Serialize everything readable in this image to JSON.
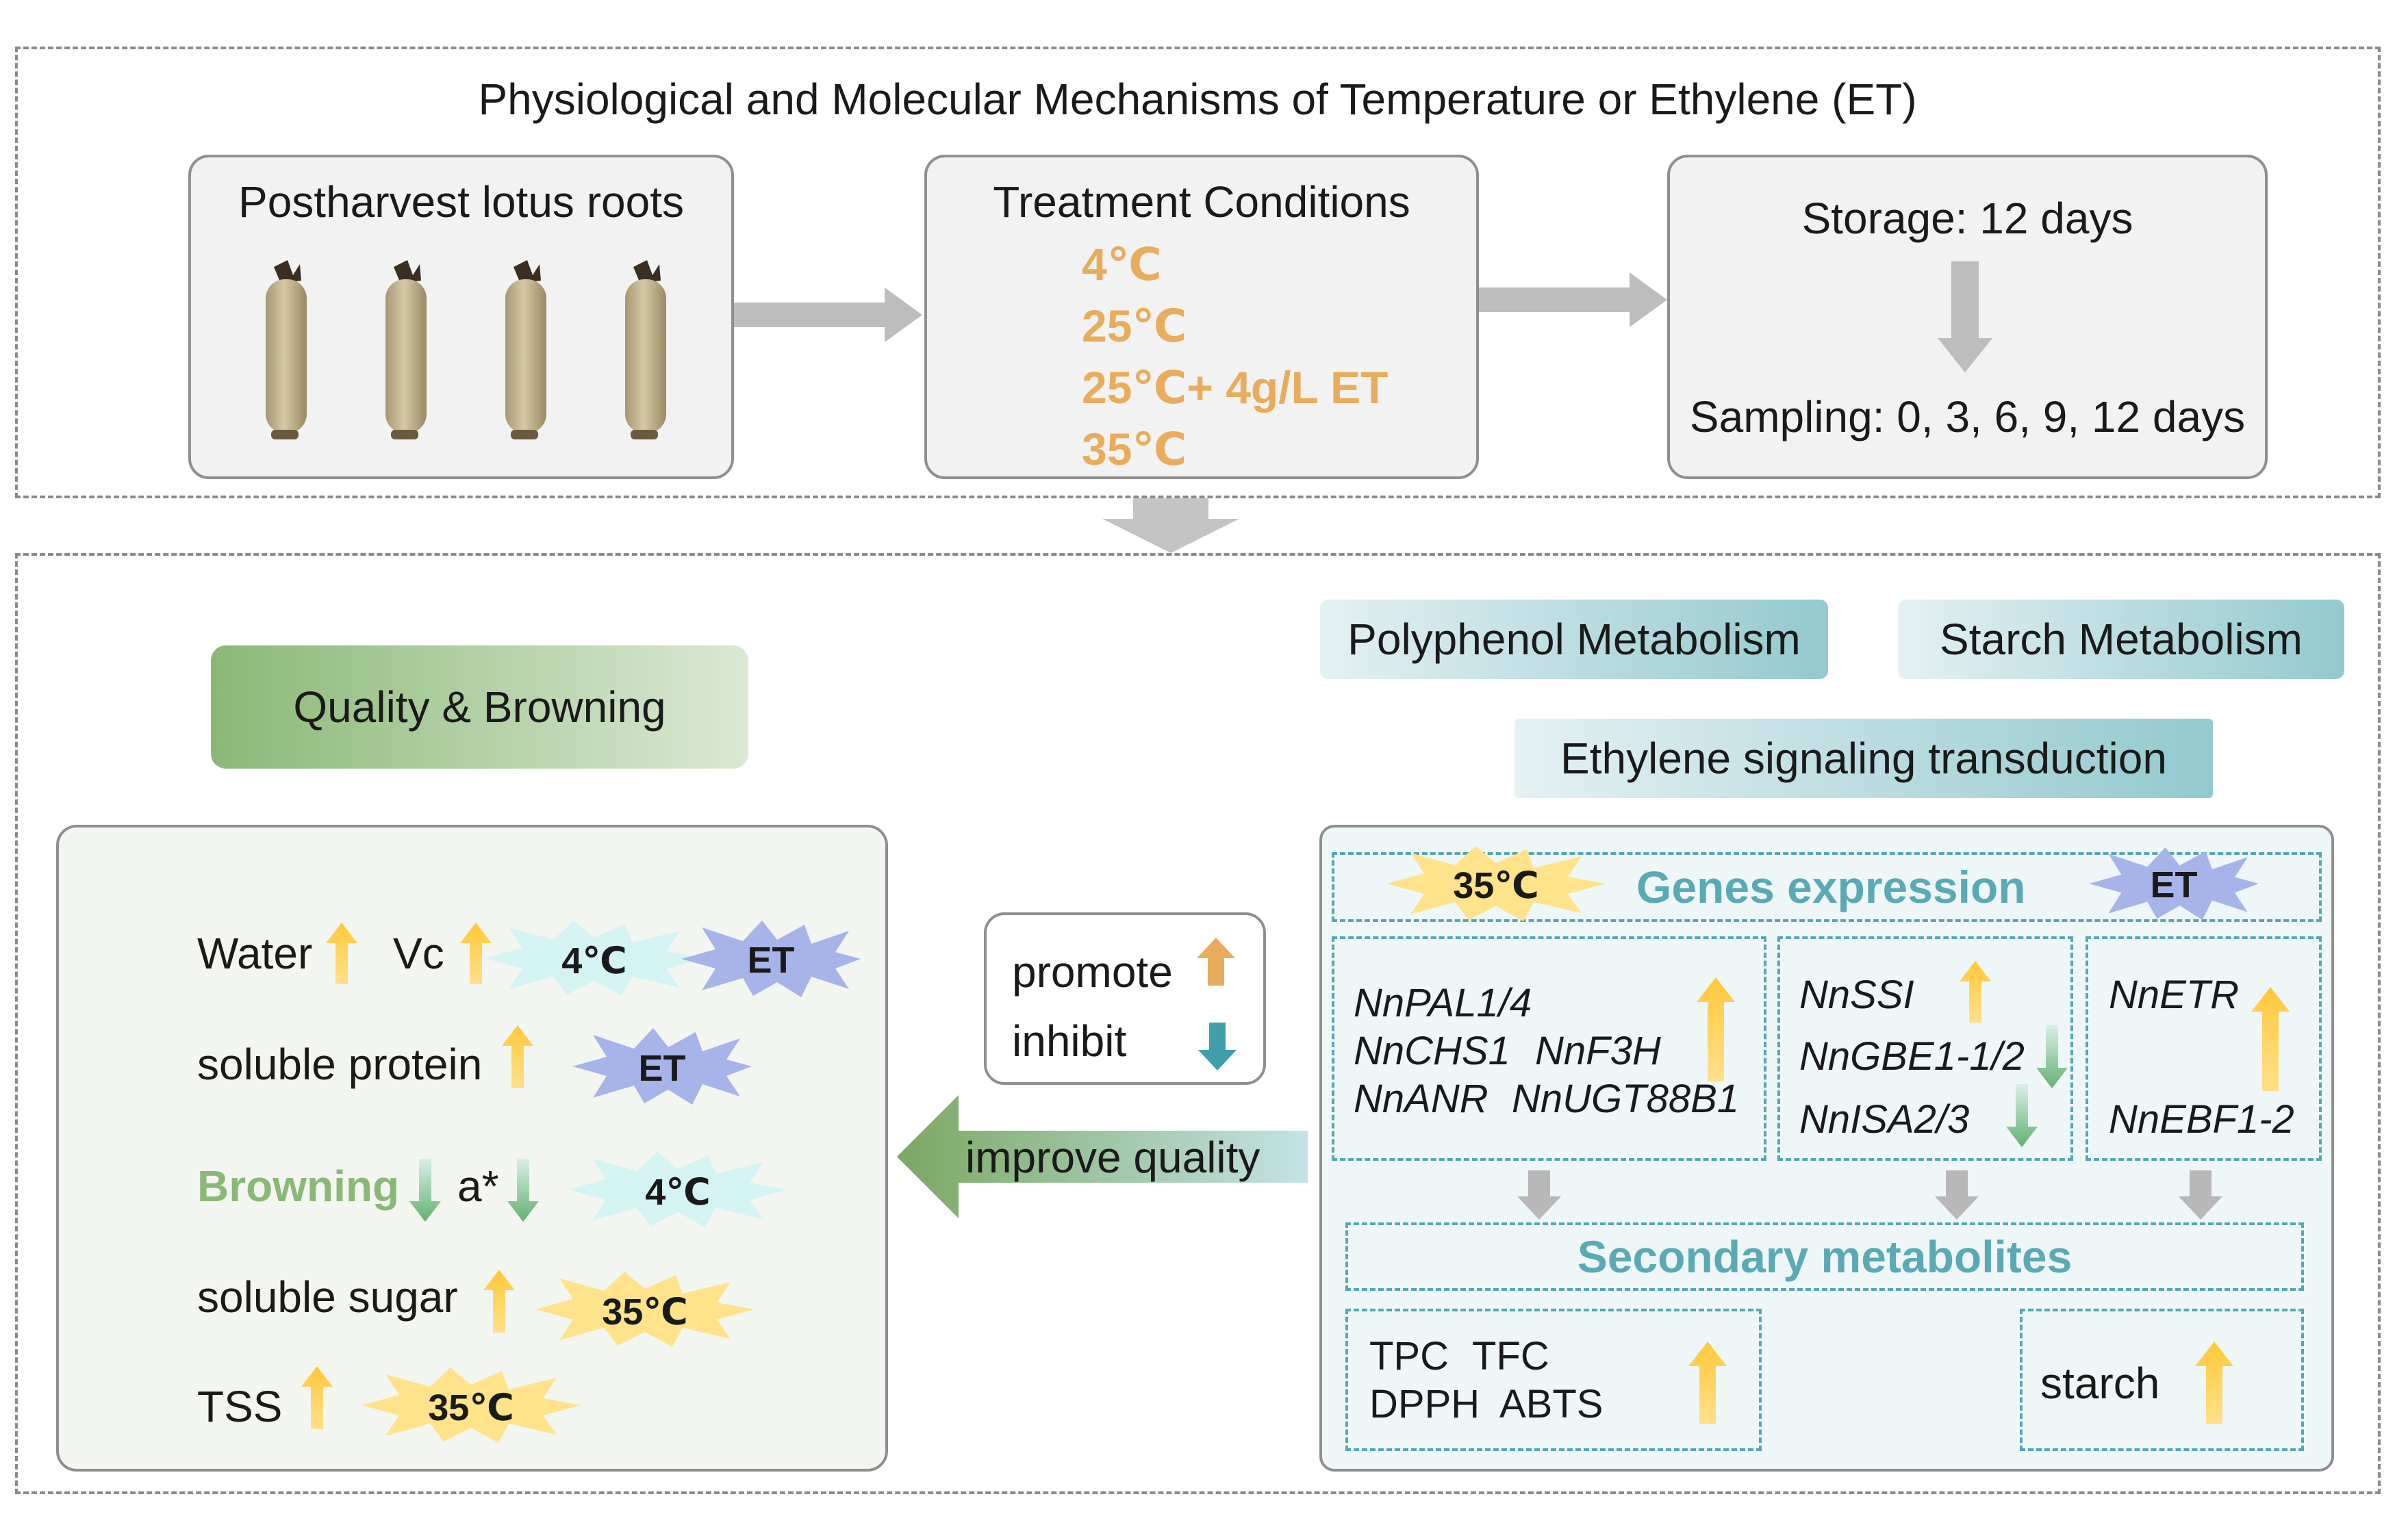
{
  "title": "Physiological and Molecular Mechanisms of Temperature or Ethylene (ET)",
  "top": {
    "roots_box": {
      "title": "Postharvest lotus roots"
    },
    "treatment_box": {
      "title": "Treatment Conditions",
      "conditions": [
        "4℃",
        "25℃",
        "25℃+ 4g/L ET",
        "35℃"
      ]
    },
    "storage_box": {
      "storage": "Storage: 12 days",
      "sampling": "Sampling: 0, 3, 6, 9, 12 days"
    }
  },
  "left": {
    "header": "Quality & Browning",
    "rows": [
      {
        "items": [
          "Water",
          "Vc"
        ],
        "badges": [
          "4℃",
          "ET"
        ]
      },
      {
        "items": [
          "soluble protein"
        ],
        "badges": [
          "ET"
        ]
      },
      {
        "items": [
          "Browning",
          "a*"
        ],
        "badges": [
          "4℃"
        ]
      },
      {
        "items": [
          "soluble sugar"
        ],
        "badges": [
          "35℃"
        ]
      },
      {
        "items": [
          "TSS"
        ],
        "badges": [
          "35℃"
        ]
      }
    ]
  },
  "legend": {
    "promote": "promote",
    "inhibit": "inhibit"
  },
  "improve_label": "improve quality",
  "right": {
    "pill_polyphenol": "Polyphenol Metabolism",
    "pill_starch": "Starch Metabolism",
    "pill_ethylene": "Ethylene signaling transduction",
    "genes_title": "Genes expression",
    "genes_badge_left": "35℃",
    "genes_badge_right": "ET",
    "polyphenol_genes": [
      "NnPAL1/4",
      "NnCHS1",
      "NnF3H",
      "NnANR",
      "NnUGT88B1"
    ],
    "starch_genes": [
      "NnSSI",
      "NnGBE1-1/2",
      "NnISA2/3"
    ],
    "ethylene_genes": [
      "NnETR",
      "NnEBF1-2"
    ],
    "secondary_title": "Secondary metabolites",
    "metabolites": [
      "TPC",
      "TFC",
      "DPPH",
      "ABTS"
    ],
    "starch_label": "starch"
  },
  "colors": {
    "orange_text": "#e9ac5c",
    "teal_text": "#5aaab5",
    "up_arrow": "#ffc83a",
    "down_arrow": "#7fc28e",
    "legend_up": "#e9ac5c",
    "legend_down": "#3f9fab",
    "burst_yellow": "#ffe38a",
    "burst_blue": "#a6b4ea",
    "burst_cyan": "#d4f3f3",
    "gray_arrow": "#b8b8b8"
  }
}
